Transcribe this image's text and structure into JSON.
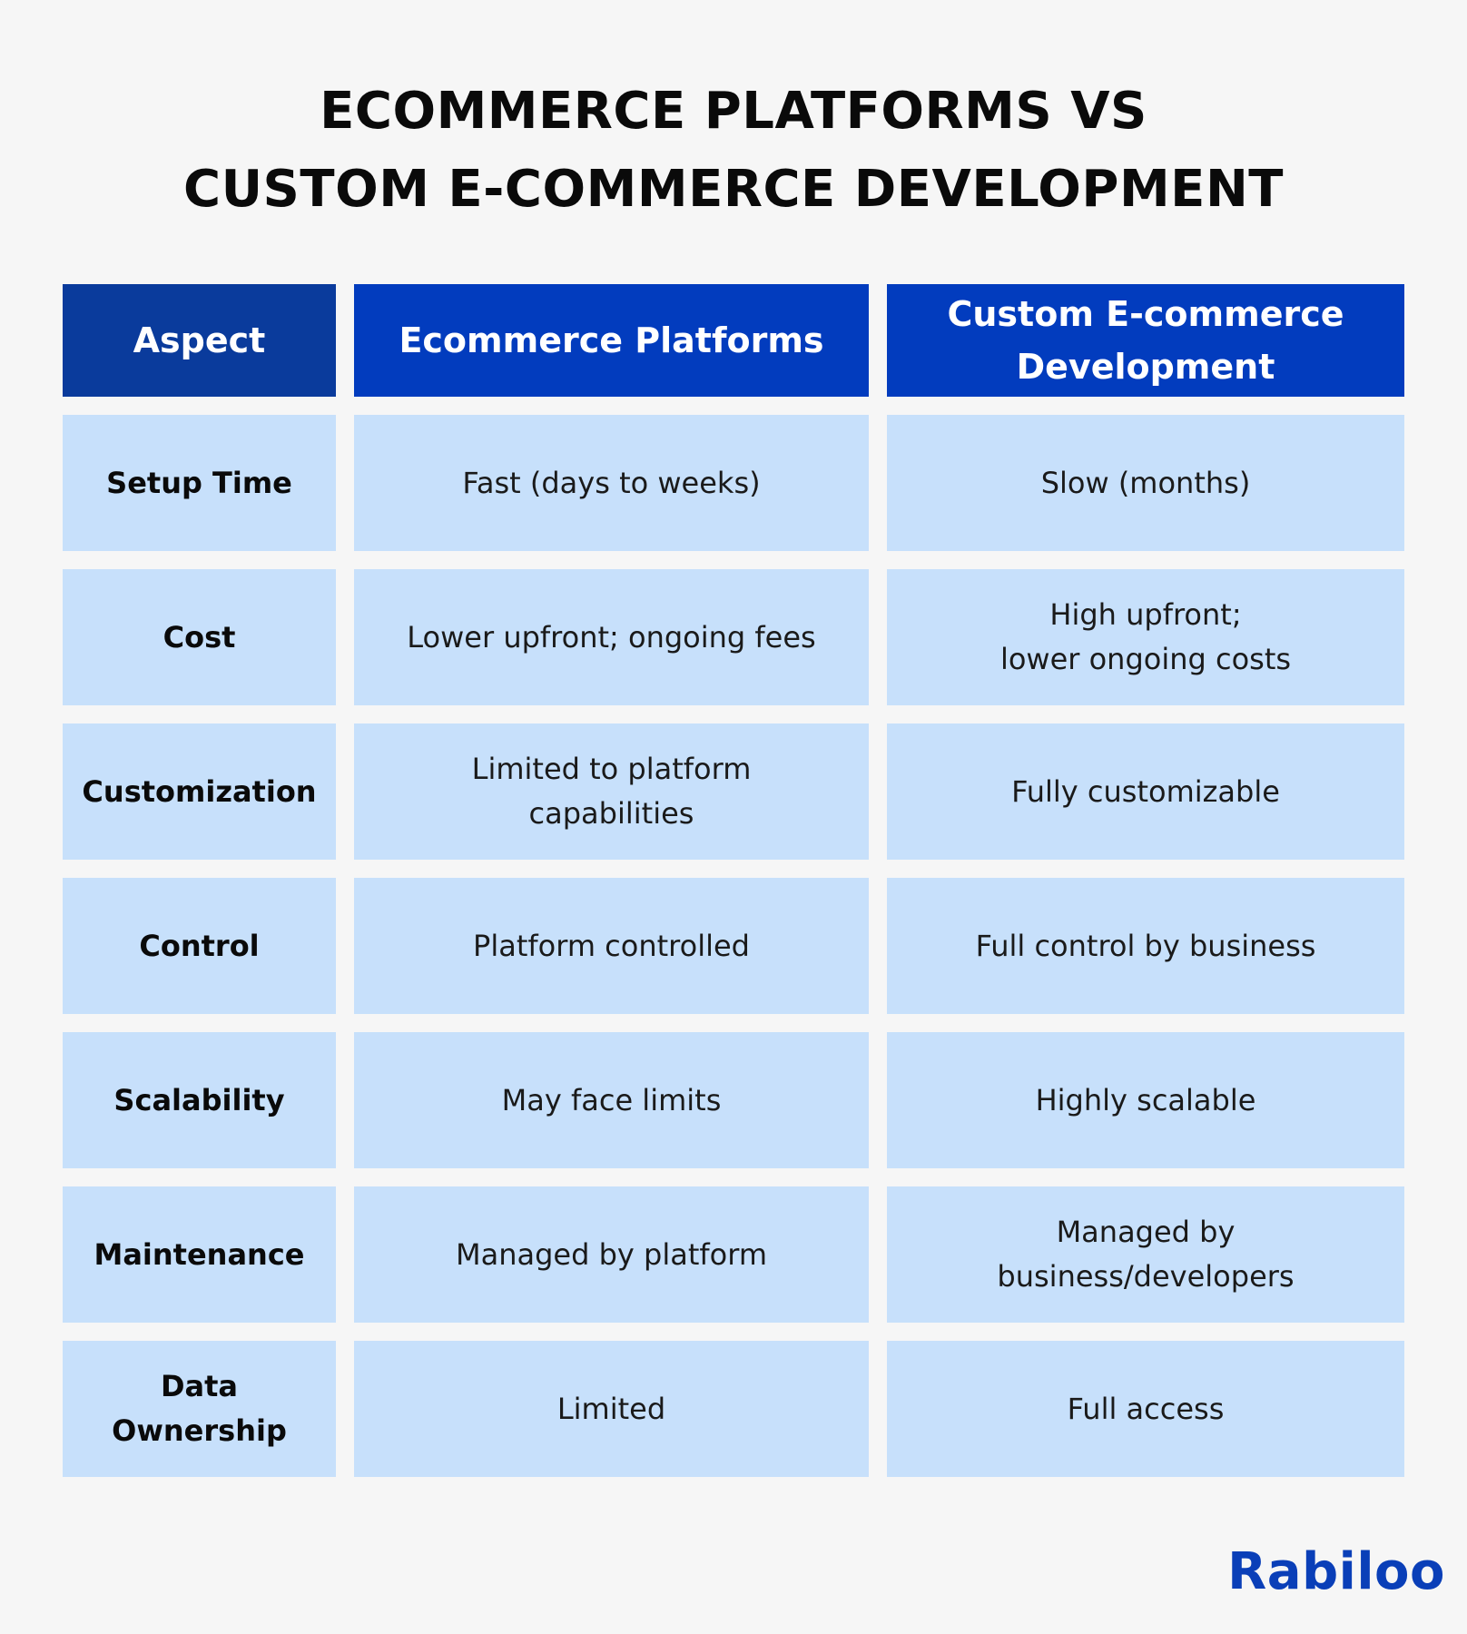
{
  "title": {
    "line1": "ECOMMERCE PLATFORMS VS",
    "line2": "CUSTOM E-COMMERCE DEVELOPMENT"
  },
  "table": {
    "headers": [
      "Aspect",
      "Ecommerce Platforms",
      "Custom E-commerce\nDevelopment"
    ],
    "rows": [
      {
        "aspect": "Setup Time",
        "platforms": "Fast (days to weeks)",
        "custom": "Slow (months)"
      },
      {
        "aspect": "Cost",
        "platforms": "Lower upfront; ongoing fees",
        "custom": "High upfront;\nlower ongoing costs"
      },
      {
        "aspect": "Customization",
        "platforms": "Limited to platform\ncapabilities",
        "custom": "Fully customizable"
      },
      {
        "aspect": "Control",
        "platforms": "Platform controlled",
        "custom": "Full control by business"
      },
      {
        "aspect": "Scalability",
        "platforms": "May face limits",
        "custom": "Highly scalable"
      },
      {
        "aspect": "Maintenance",
        "platforms": "Managed by platform",
        "custom": "Managed by\nbusiness/developers"
      },
      {
        "aspect": "Data\nOwnership",
        "platforms": "Limited",
        "custom": "Full access"
      }
    ]
  },
  "logo": {
    "text": "Rabiloo"
  },
  "colors": {
    "background": "#f6f6f6",
    "header_dark": "#0a3b9c",
    "header_blue": "#023cbe",
    "cell": "#c7e0fb",
    "logo_blue": "#0a3fb8",
    "logo_dot": "#f5a623"
  }
}
